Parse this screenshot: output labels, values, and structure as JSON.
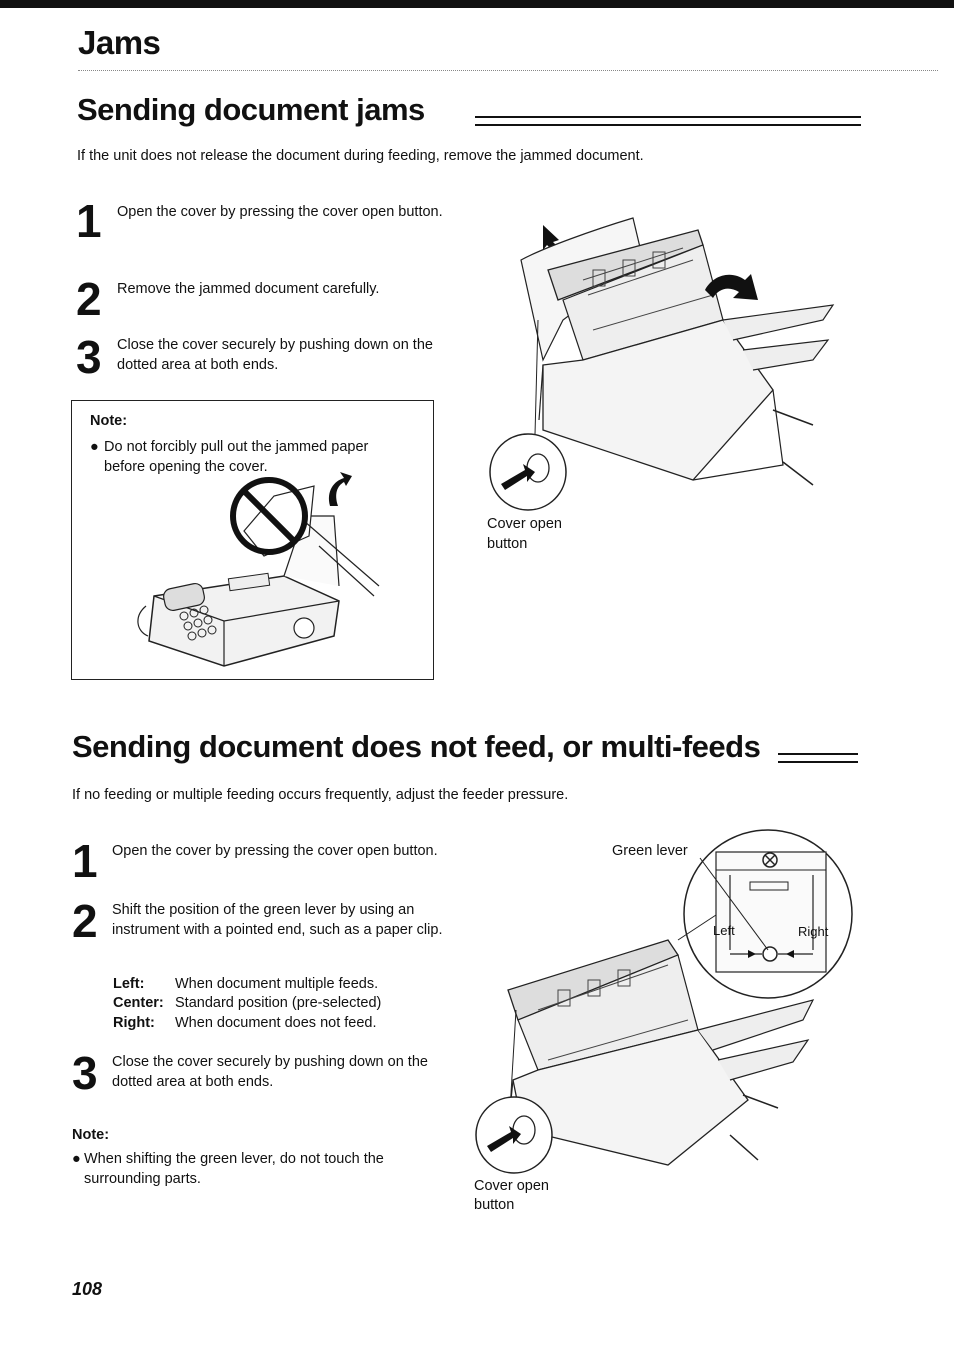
{
  "header": {
    "section": "Jams"
  },
  "section1": {
    "title": "Sending document jams",
    "intro": "If the unit does not release the document during feeding, remove the jammed document.",
    "steps": [
      {
        "num": "1",
        "text": "Open the cover by pressing the cover open button."
      },
      {
        "num": "2",
        "text": "Remove the jammed document carefully."
      },
      {
        "num": "3",
        "text": "Close the cover securely by pushing down on the dotted area at both ends."
      }
    ],
    "note": {
      "title": "Note:",
      "bullet": "Do not forcibly pull out the jammed paper before opening the cover."
    },
    "figure_caption": [
      "Cover open",
      "button"
    ]
  },
  "section2": {
    "title": "Sending document does not feed, or multi-feeds",
    "intro": "If no feeding or multiple feeding occurs frequently, adjust the feeder pressure.",
    "steps": [
      {
        "num": "1",
        "text": "Open the cover by pressing the cover open button."
      },
      {
        "num": "2",
        "text": "Shift the position of the green lever by using an instrument with a pointed end, such as a paper clip."
      },
      {
        "num": "3",
        "text": "Close the cover securely by pushing down on the dotted area at both ends."
      }
    ],
    "positions": [
      {
        "label": "Left:",
        "desc": "When document multiple feeds."
      },
      {
        "label": "Center:",
        "desc": "Standard position (pre-selected)"
      },
      {
        "label": "Right:",
        "desc": "When document does not feed."
      }
    ],
    "note": {
      "title": "Note:",
      "bullet": "When shifting the green lever, do not touch the surrounding parts."
    },
    "figure": {
      "lever_label": "Green lever",
      "left_label": "Left",
      "right_label": "Right",
      "caption": [
        "Cover open",
        "button"
      ]
    }
  },
  "page_number": "108"
}
